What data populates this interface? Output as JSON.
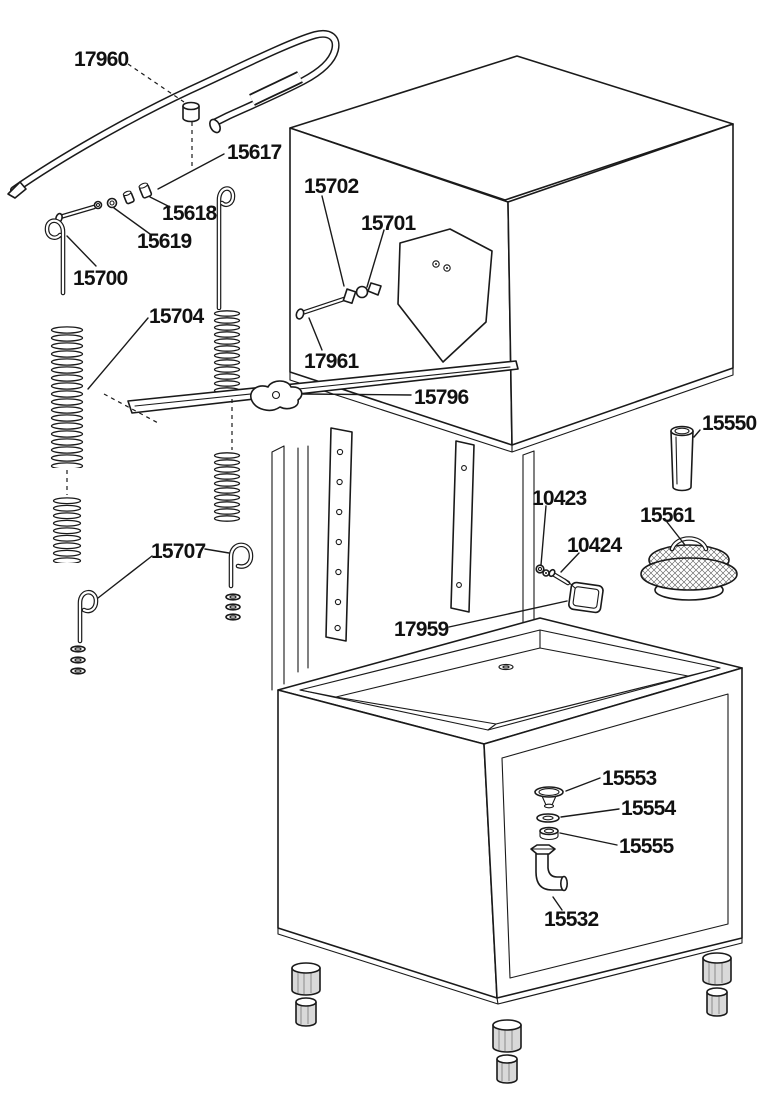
{
  "diagram": {
    "parts": [
      {
        "number": "17960"
      },
      {
        "number": "15617"
      },
      {
        "number": "15618"
      },
      {
        "number": "15619"
      },
      {
        "number": "15700"
      },
      {
        "number": "15704"
      },
      {
        "number": "15702"
      },
      {
        "number": "15701"
      },
      {
        "number": "17961"
      },
      {
        "number": "15796"
      },
      {
        "number": "15550"
      },
      {
        "number": "10423"
      },
      {
        "number": "10424"
      },
      {
        "number": "15561"
      },
      {
        "number": "17959"
      },
      {
        "number": "15707"
      },
      {
        "number": "15553"
      },
      {
        "number": "15554"
      },
      {
        "number": "15555"
      },
      {
        "number": "15532"
      }
    ],
    "colors": {
      "line": "#1a1a1a",
      "background": "#ffffff"
    }
  }
}
